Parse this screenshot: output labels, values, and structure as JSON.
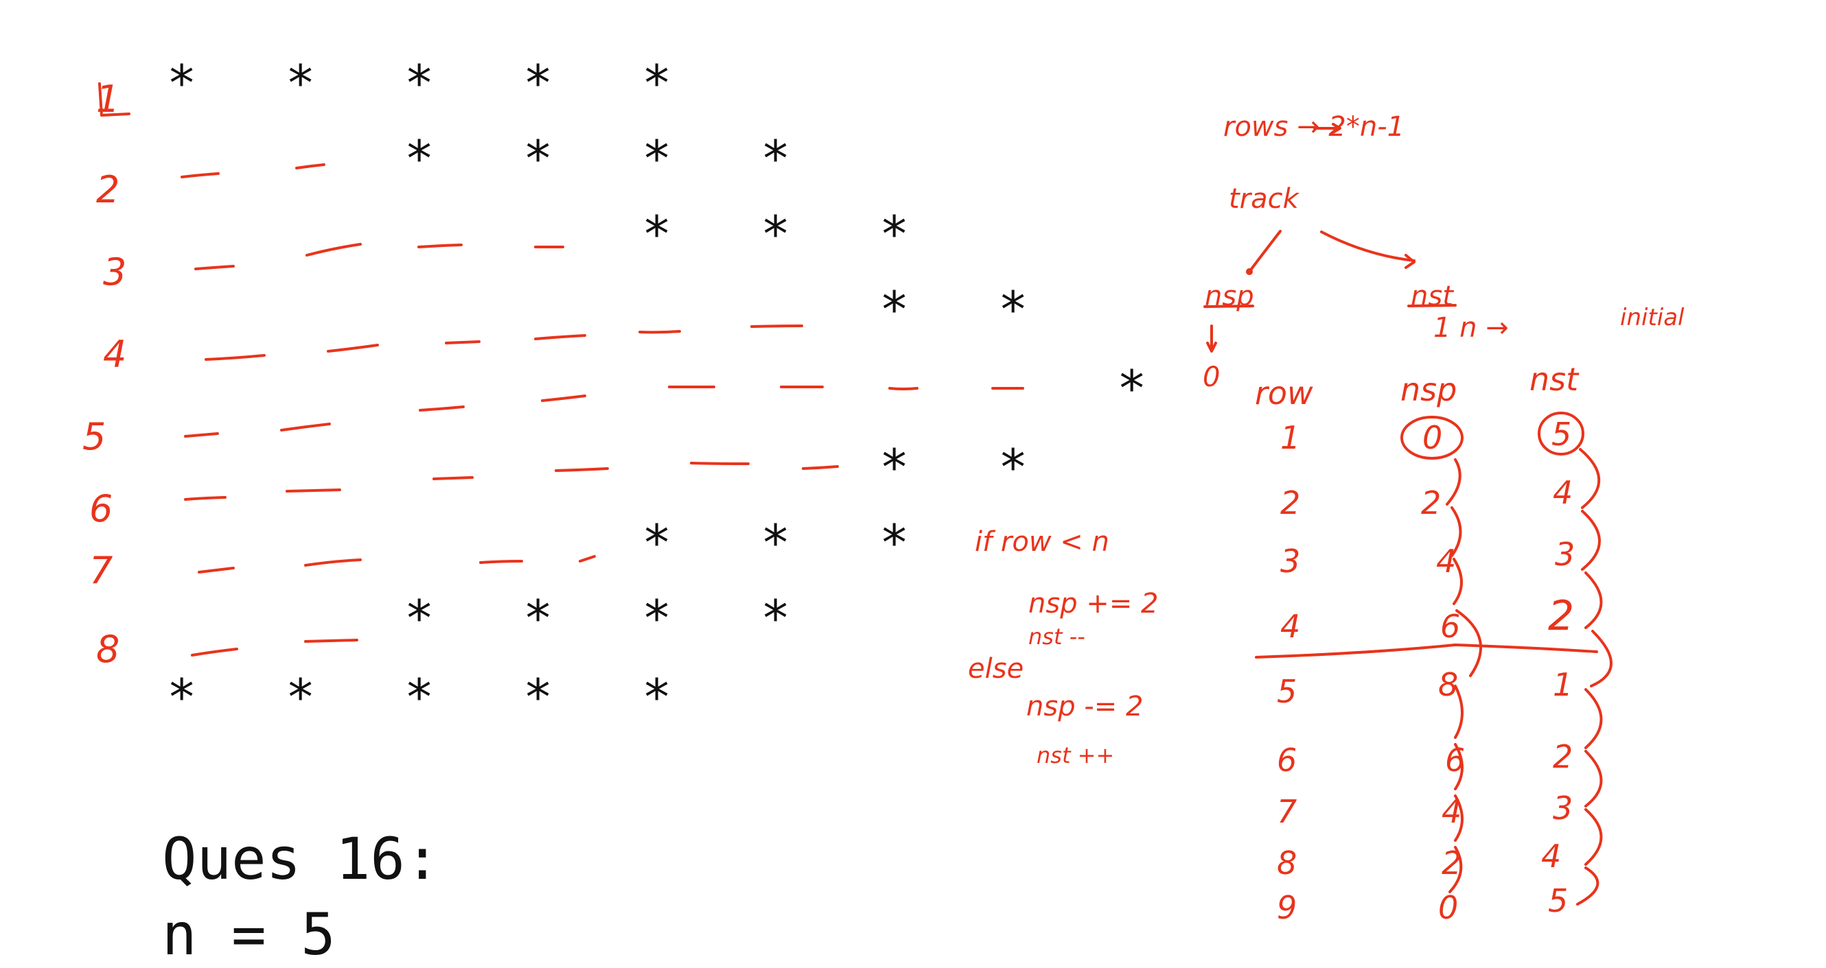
{
  "star_char": "*",
  "pattern_rows": [
    {
      "label": "1",
      "dashes": 0,
      "stars": 5
    },
    {
      "label": "2",
      "dashes": 2,
      "stars": 4
    },
    {
      "label": "3",
      "dashes": 4,
      "stars": 3
    },
    {
      "label": "4",
      "dashes": 6,
      "stars": 2
    },
    {
      "label": "5",
      "dashes": 8,
      "stars": 1
    },
    {
      "label": "6",
      "dashes": 6,
      "stars": 2
    },
    {
      "label": "7",
      "dashes": 4,
      "stars": 3
    },
    {
      "label": "8",
      "dashes": 2,
      "stars": 4
    },
    {
      "label": "",
      "dashes": 0,
      "stars": 5
    }
  ],
  "question": {
    "title": "Ques 16:",
    "n_line": "n = 5"
  },
  "notes": {
    "rows_formula": "rows → 2*n-1",
    "track": "track",
    "nsp": "nsp",
    "nst": "nst",
    "nsp_init": "0",
    "nst_init": "1 n →",
    "initial": "initial",
    "cond_if": "if row < n",
    "if_nsp": "nsp += 2",
    "if_nst": "nst --",
    "else": "else",
    "else_nsp": "nsp -= 2",
    "else_nst": "nst ++"
  },
  "table": {
    "headers": [
      "row",
      "nsp",
      "nst"
    ],
    "rows": [
      [
        "1",
        "0",
        "5"
      ],
      [
        "2",
        "2",
        "4"
      ],
      [
        "3",
        "4",
        "3"
      ],
      [
        "4",
        "6",
        "2"
      ],
      [
        "5",
        "8",
        "1"
      ],
      [
        "6",
        "6",
        "2"
      ],
      [
        "7",
        "4",
        "3"
      ],
      [
        "8",
        "2",
        "4"
      ],
      [
        "9",
        "0",
        "5"
      ]
    ]
  },
  "colors": {
    "ink": "#111111",
    "pen": "#e8341c"
  }
}
